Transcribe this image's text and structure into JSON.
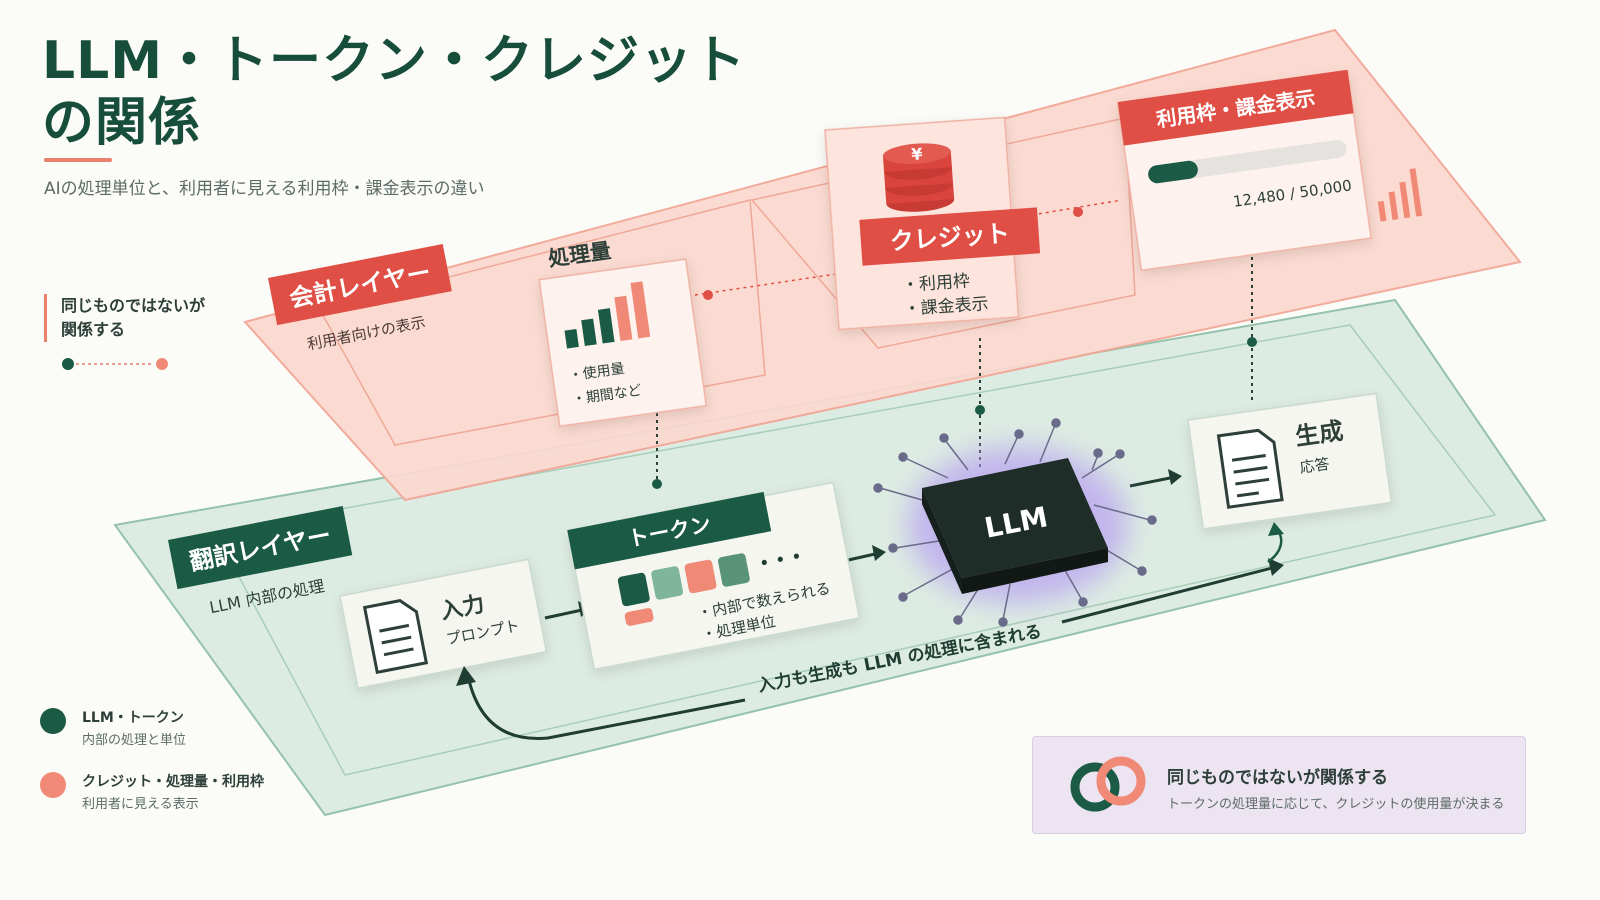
{
  "header": {
    "title_line1": "LLM・トークン・クレジット",
    "title_line2": "の関係",
    "subtitle": "AIの処理単位と、利用者に見える利用枠・課金表示の違い"
  },
  "note": {
    "line1": "同じものではないが",
    "line2": "関係する"
  },
  "accounting_layer": {
    "label": "会計レイヤー",
    "sub": "利用者向けの表示",
    "usage_card": {
      "title": "処理量",
      "bullet1": "・使用量",
      "bullet2": "・期間など"
    },
    "credit_card": {
      "title": "クレジット",
      "bullet1": "・利用枠",
      "bullet2": "・課金表示",
      "coin_symbol": "¥"
    },
    "quota_card": {
      "title": "利用枠・課金表示",
      "readout": "12,480 / 50,000",
      "progress": 0.25
    }
  },
  "translation_layer": {
    "label": "翻訳レイヤー",
    "sub": "LLM 内部の処理",
    "input_card": {
      "title": "入力",
      "sub": "プロンプト"
    },
    "token_card": {
      "title": "トークン",
      "ellipsis": "• • •",
      "bullet1": "・内部で数えられる",
      "bullet2": "・処理単位"
    },
    "chip": {
      "label": "LLM"
    },
    "output_card": {
      "title": "生成",
      "sub": "応答"
    },
    "loop_caption": "入力も生成も LLM の処理に含まれる"
  },
  "legend": [
    {
      "main": "LLM・トークン",
      "sub": "内部の処理と単位",
      "color": "#1b5a44"
    },
    {
      "main": "クレジット・処理量・利用枠",
      "sub": "利用者に見える表示",
      "color": "#f08a77"
    }
  ],
  "relation_box": {
    "main": "同じものではないが関係する",
    "sub": "トークンの処理量に応じて、クレジットの使用量が決まる"
  },
  "colors": {
    "green_dark": "#1b5a44",
    "coral": "#e04f45",
    "coral_soft": "#f08a77",
    "green_plane": "#dcece1",
    "coral_plane": "#fbd9cf"
  }
}
